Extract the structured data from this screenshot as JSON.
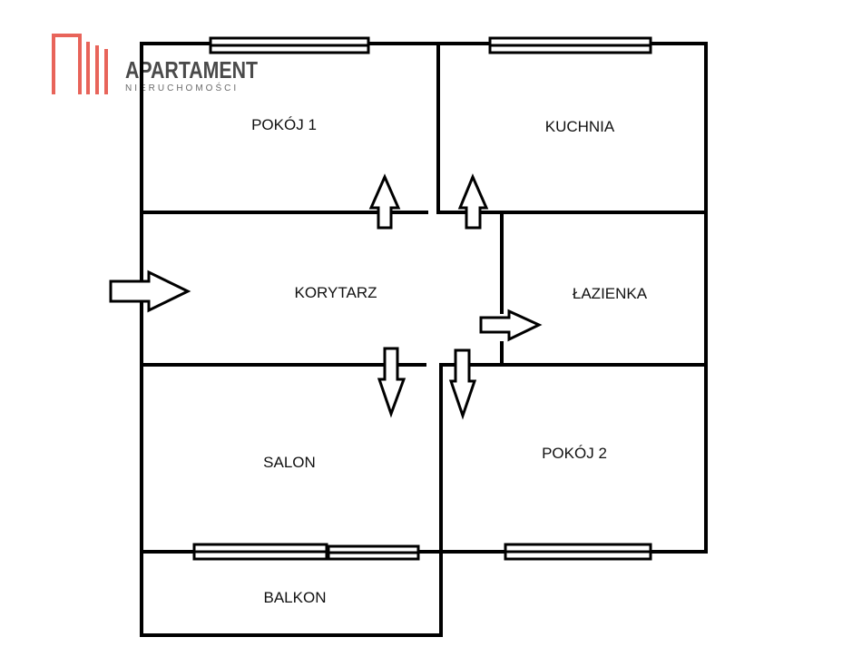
{
  "brand": {
    "name": "APARTAMENT",
    "subtitle": "NIERUCHOMOŚCI",
    "accent_color": "#e8645a",
    "text_color": "#4a4a4a"
  },
  "rooms": {
    "pokoj1": "POKÓJ 1",
    "kuchnia": "KUCHNIA",
    "korytarz": "KORYTARZ",
    "lazienka": "ŁAZIENKA",
    "salon": "SALON",
    "pokoj2": "POKÓJ 2",
    "balkon": "BALKON"
  },
  "colors": {
    "wall": "#000000",
    "background": "#ffffff"
  }
}
